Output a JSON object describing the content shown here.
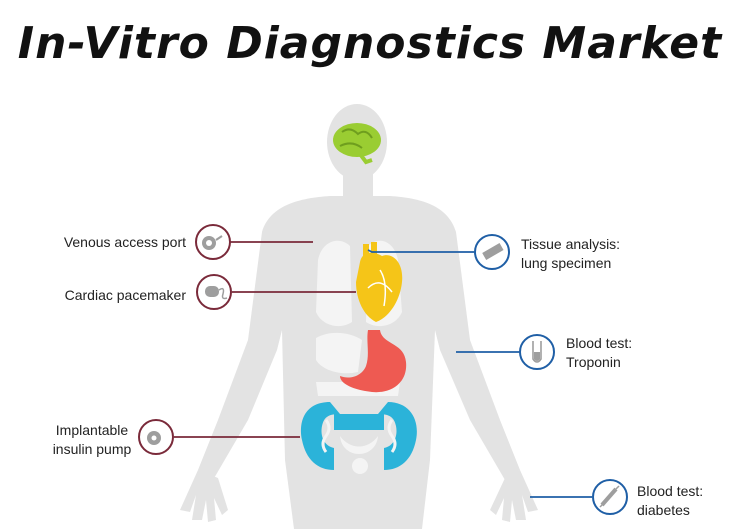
{
  "title": "In-Vitro Diagnostics Market",
  "labels": {
    "venous": "Venous access port",
    "pacemaker": "Cardiac pacemaker",
    "insulin_1": "Implantable",
    "insulin_2": "insulin pump",
    "tissue_1": "Tissue analysis:",
    "tissue_2": "lung specimen",
    "troponin_1": "Blood test:",
    "troponin_2": "Troponin",
    "diabetes_1": "Blood test:",
    "diabetes_2": "diabetes"
  },
  "colors": {
    "body": "#e3e3e3",
    "brain": "#9acd32",
    "heart": "#f5c518",
    "stomach": "#ee5a52",
    "intestine": "#2bb3d9",
    "implant_line": "#7a2a3a",
    "diagnostic_line": "#1f5fa6"
  },
  "icons": [
    "port-icon",
    "pacemaker-icon",
    "insulin-pump-icon",
    "slide-icon",
    "test-tube-icon",
    "syringe-icon"
  ]
}
